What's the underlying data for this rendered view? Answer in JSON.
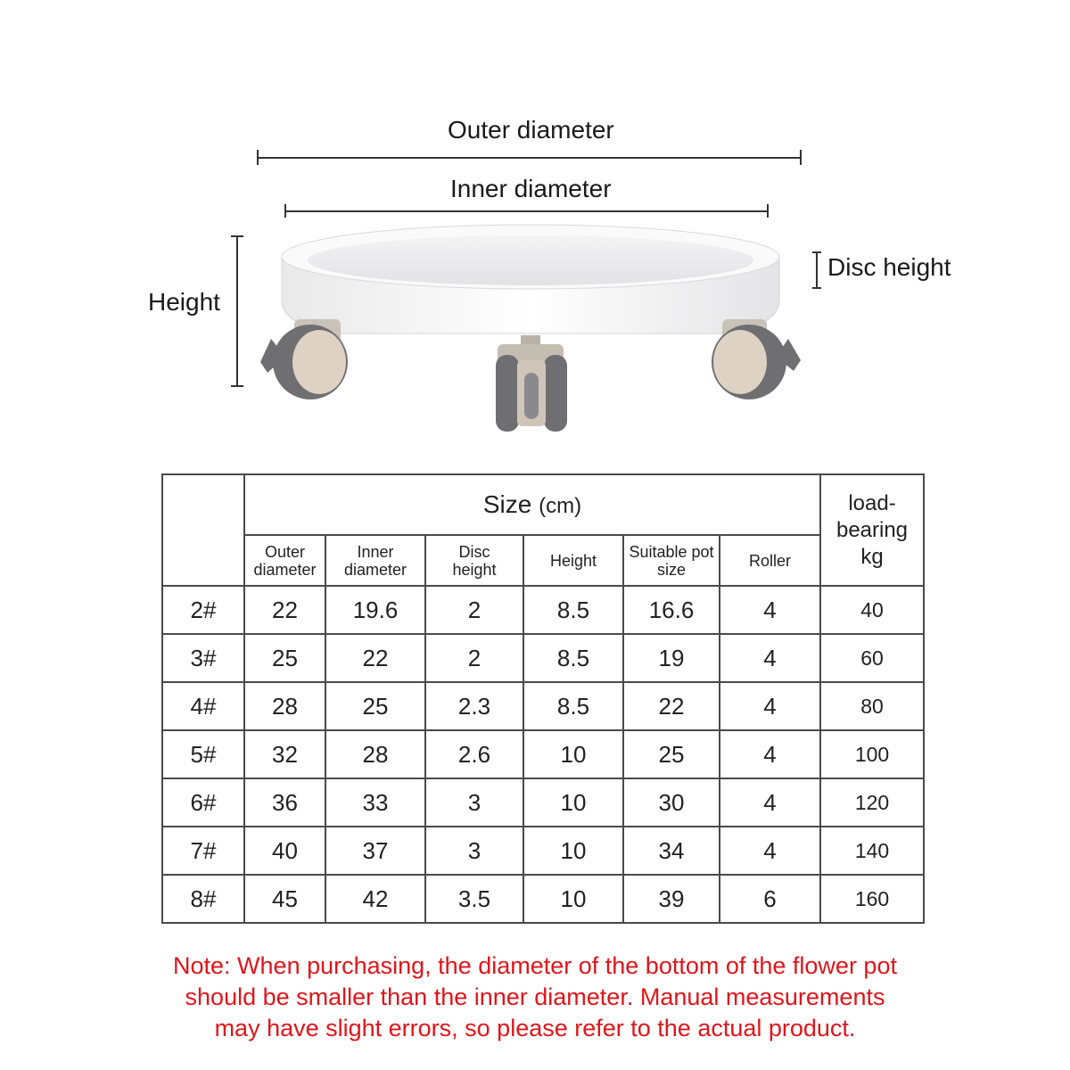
{
  "diagram": {
    "outer_diameter_label": "Outer diameter",
    "inner_diameter_label": "Inner diameter",
    "disc_height_label": "Disc height",
    "height_label": "Height"
  },
  "table": {
    "size_header": "Size",
    "size_unit": "(cm)",
    "load_header": "load-bearing kg",
    "columns": [
      "Outer diameter",
      "Inner diameter",
      "Disc height",
      "Height",
      "Suitable pot size",
      "Roller"
    ],
    "rows": [
      {
        "model": "2#",
        "outer": "22",
        "inner": "19.6",
        "disc": "2",
        "height": "8.5",
        "pot": "16.6",
        "roller": "4",
        "load": "40"
      },
      {
        "model": "3#",
        "outer": "25",
        "inner": "22",
        "disc": "2",
        "height": "8.5",
        "pot": "19",
        "roller": "4",
        "load": "60"
      },
      {
        "model": "4#",
        "outer": "28",
        "inner": "25",
        "disc": "2.3",
        "height": "8.5",
        "pot": "22",
        "roller": "4",
        "load": "80"
      },
      {
        "model": "5#",
        "outer": "32",
        "inner": "28",
        "disc": "2.6",
        "height": "10",
        "pot": "25",
        "roller": "4",
        "load": "100"
      },
      {
        "model": "6#",
        "outer": "36",
        "inner": "33",
        "disc": "3",
        "height": "10",
        "pot": "30",
        "roller": "4",
        "load": "120"
      },
      {
        "model": "7#",
        "outer": "40",
        "inner": "37",
        "disc": "3",
        "height": "10",
        "pot": "34",
        "roller": "4",
        "load": "140"
      },
      {
        "model": "8#",
        "outer": "45",
        "inner": "42",
        "disc": "3.5",
        "height": "10",
        "pot": "39",
        "roller": "6",
        "load": "160"
      }
    ]
  },
  "note": {
    "line1": "Note: When purchasing, the diameter of the bottom of the flower pot",
    "line2": "should be smaller than the inner diameter. Manual measurements",
    "line3": "may have slight errors, so please refer to the actual product."
  },
  "colors": {
    "note_red": "#e0151a",
    "tray_white": "#ffffff",
    "wheel_gray": "#6f6f72",
    "wheel_hub": "#ddd2c4"
  }
}
